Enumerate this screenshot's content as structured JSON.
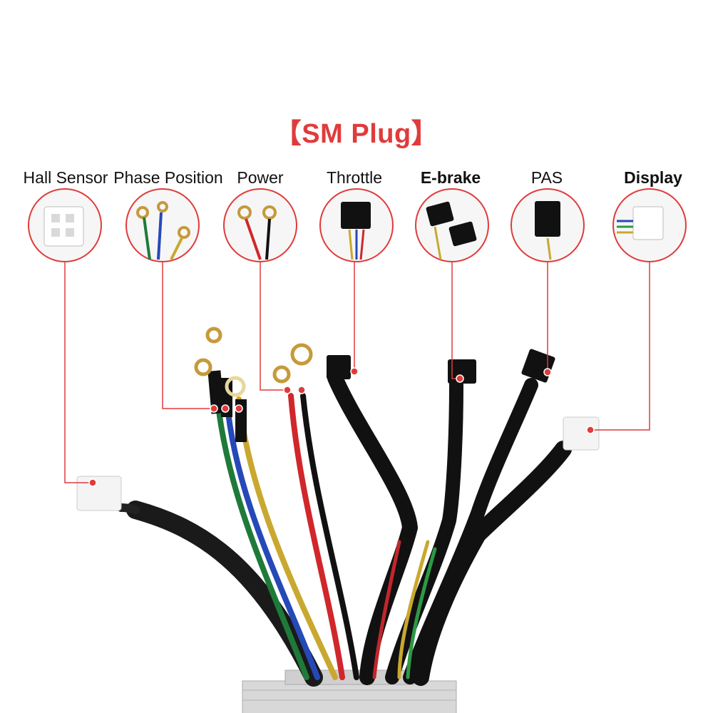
{
  "title": "【SM Plug】",
  "accent_color": "#e03b3b",
  "labels": [
    {
      "id": "hall",
      "text": "Hall Sensor"
    },
    {
      "id": "phase",
      "text": "Phase Position"
    },
    {
      "id": "power",
      "text": "Power"
    },
    {
      "id": "throttle",
      "text": "Throttle"
    },
    {
      "id": "ebrake",
      "text": "E-brake"
    },
    {
      "id": "pas",
      "text": "PAS"
    },
    {
      "id": "display",
      "text": "Display"
    }
  ]
}
